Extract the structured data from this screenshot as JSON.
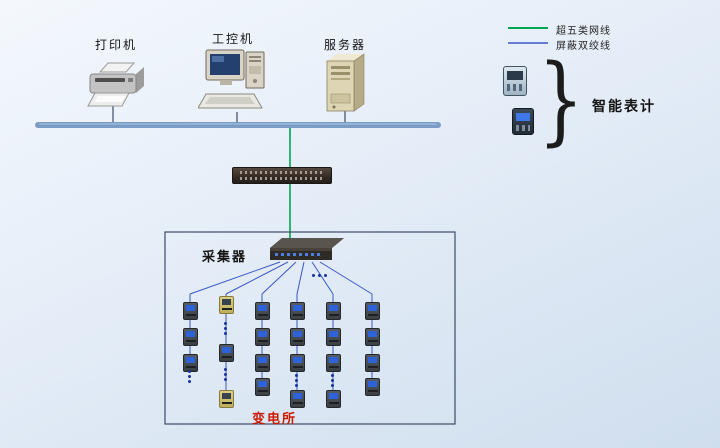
{
  "diagram": {
    "devices": {
      "printer_label": "打印机",
      "ipc_label": "工控机",
      "server_label": "服务器"
    },
    "legend": {
      "cat5e_label": "超五类网线",
      "stp_label": "屏蔽双绞线",
      "cat5e_color": "#00a651",
      "stp_color": "#3a57c8"
    },
    "smart_meters_label": "智能表计",
    "collector_label": "采集器",
    "substation_label": "变电所",
    "substation_color": "#cc1a00"
  }
}
